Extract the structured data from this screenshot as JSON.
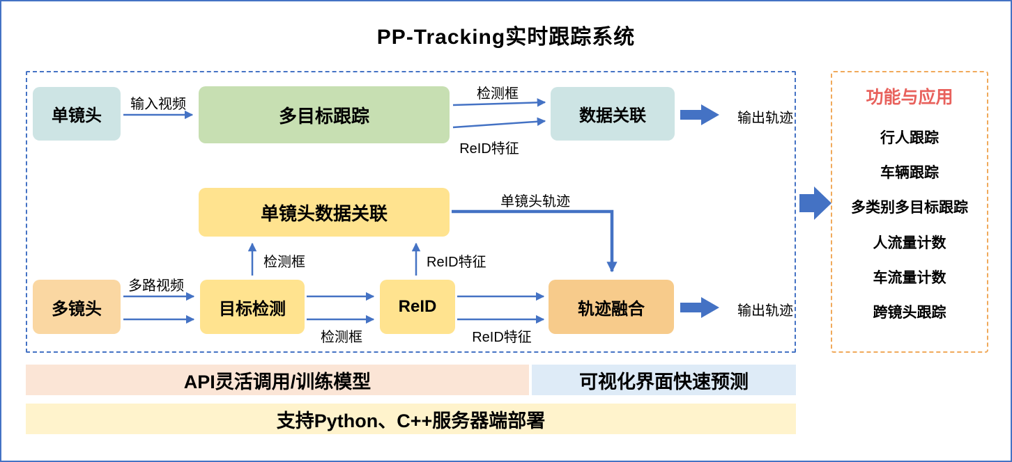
{
  "title": "PP-Tracking实时跟踪系统",
  "nodes": {
    "single_camera": "单镜头",
    "mot": "多目标跟踪",
    "data_association": "数据关联",
    "single_camera_association": "单镜头数据关联",
    "multi_camera": "多镜头",
    "object_detection": "目标检测",
    "reid": "ReID",
    "trajectory_fusion": "轨迹融合"
  },
  "edge_labels": {
    "input_video": "输入视频",
    "detection_box_top": "检测框",
    "reid_feature_top": "ReID特征",
    "output_trajectory_top": "输出轨迹",
    "single_camera_trajectory": "单镜头轨迹",
    "multi_video": "多路视频",
    "detection_box_vertical": "检测框",
    "detection_box_mid": "检测框",
    "reid_feature_vertical": "ReID特征",
    "reid_feature_bottom": "ReID特征",
    "output_trajectory_bottom": "输出轨迹"
  },
  "features": {
    "title": "功能与应用",
    "items": [
      "行人跟踪",
      "车辆跟踪",
      "多类别多目标跟踪",
      "人流量计数",
      "车流量计数",
      "跨镜头跟踪"
    ]
  },
  "bottom_bars": {
    "api": "API灵活调用/训练模型",
    "visualization": "可视化界面快速预测",
    "deployment": "支持Python、C++服务器端部署"
  },
  "colors": {
    "arrow_blue": "#4472C4",
    "panel_border_blue": "#4472C4",
    "features_title_red": "#E8615C",
    "features_border_orange": "#F0A95A",
    "node_teal": "#CDE4E4",
    "node_green": "#C7DFB2",
    "node_yellow": "#FFE38F",
    "node_tan": "#FAD7A2",
    "node_orange": "#F7CB8B",
    "bar_peach": "#FBE5D6",
    "bar_blue": "#DEEBF7",
    "bar_yellow": "#FFF3CC"
  }
}
